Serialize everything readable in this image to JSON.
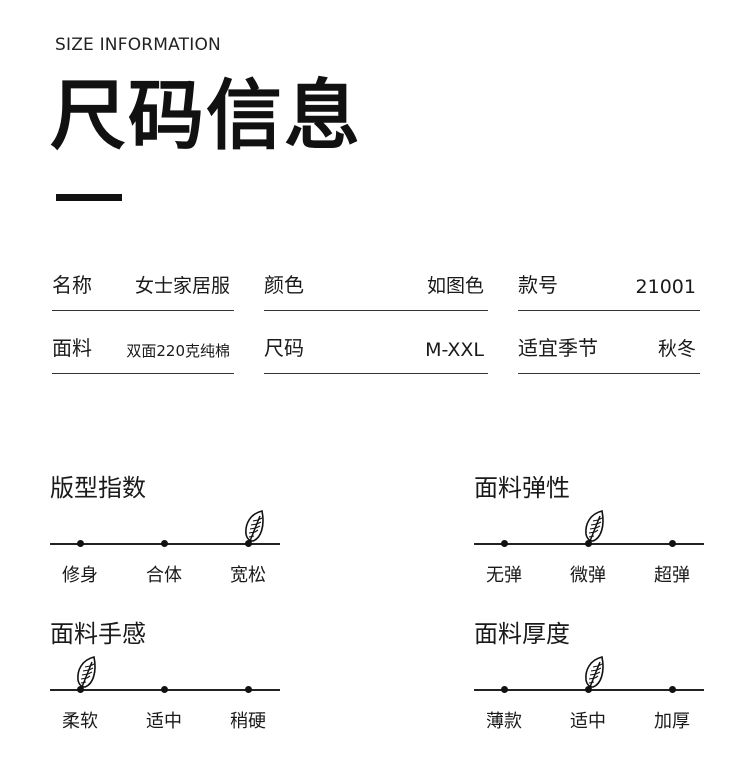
{
  "header": {
    "subtitle": "SIZE INFORMATION",
    "title": "尺码信息"
  },
  "specs": [
    {
      "key": "名称",
      "value": "女士家居服"
    },
    {
      "key": "颜色",
      "value": "如图色"
    },
    {
      "key": "款号",
      "value": "21001"
    },
    {
      "key": "面料",
      "value": "双面220克纯棉"
    },
    {
      "key": "尺码",
      "value": "M-XXL"
    },
    {
      "key": "适宜季节",
      "value": "秋冬"
    }
  ],
  "scales": [
    {
      "title": "版型指数",
      "options": [
        "修身",
        "合体",
        "宽松"
      ],
      "selected_index": 2
    },
    {
      "title": "面料弹性",
      "options": [
        "无弹",
        "微弹",
        "超弹"
      ],
      "selected_index": 1
    },
    {
      "title": "面料手感",
      "options": [
        "柔软",
        "适中",
        "稍硬"
      ],
      "selected_index": 0
    },
    {
      "title": "面料厚度",
      "options": [
        "薄款",
        "适中",
        "加厚"
      ],
      "selected_index": 1
    }
  ],
  "icons": {
    "selected_marker": "feather-icon"
  }
}
